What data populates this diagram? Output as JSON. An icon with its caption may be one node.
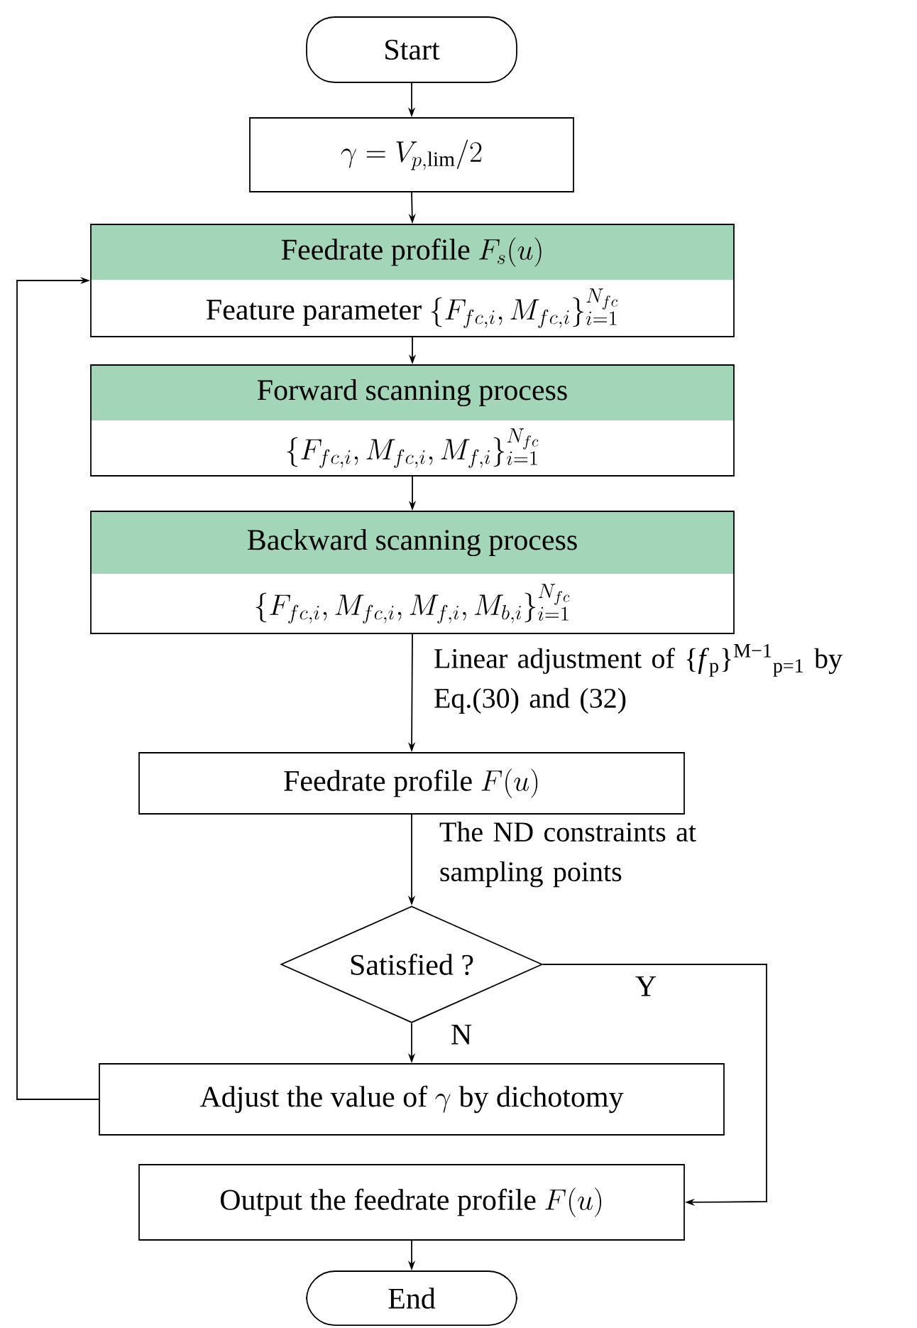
{
  "diagram": {
    "nodes": [
      {
        "text": [
          "Start"
        ]
      },
      {
        "text": [
          "\\gamma=V_{p,\\lim}/2"
        ]
      },
      {
        "text": [
          "Feedrate profile",
          "F_s(u)",
          "Feature parameter",
          "\\{F_{fc,i},M_{fc,i}\\}_{i=1}^{N_{fc}}"
        ]
      },
      {
        "text": [
          "Forward scanning process",
          "\\{F_{fc,i},M_{fc,i},M_{f,i}\\}_{i=1}^{N_{fc}}"
        ]
      },
      {
        "text": [
          "Backward scanning process",
          "\\{F_{fc,i},M_{fc,i},M_{f,i},M_{b,i}\\}_{i=1}^{N_{fc}}"
        ]
      },
      {
        "text": [
          "Feedrate profile",
          "F(u)"
        ]
      },
      {
        "text": [
          "Satisfied ?"
        ]
      },
      {
        "text": [
          "Adjust the value of",
          "\\gamma",
          "by dichotomy"
        ]
      },
      {
        "text": [
          "Output the feedrate profile",
          "F(u)"
        ]
      },
      {
        "text": [
          "End"
        ]
      }
    ],
    "edges": [
      {
        "from": 0,
        "to": 1,
        "arrow": "to"
      },
      {
        "from": 1,
        "to": 2,
        "arrow": "to"
      },
      {
        "from": 2,
        "to": 3,
        "arrow": "to"
      },
      {
        "from": 3,
        "to": 4,
        "arrow": "to"
      },
      {
        "from": 4,
        "to": 5,
        "arrow": "to",
        "label": "Linear adjustment of {*f*$_{p}$}$^{M−1}$$_{p=1}$ by Eq.(30) and (32)"
      },
      {
        "from": 5,
        "to": 6,
        "arrow": "to",
        "label": "The ND constraints at sampling points"
      },
      {
        "from": 6,
        "to": 7,
        "arrow": "to",
        "label": "N"
      },
      {
        "from": 6,
        "to": 8,
        "arrow": "to",
        "label": "Y"
      },
      {
        "from": 7,
        "to": 2,
        "arrow": "to"
      },
      {
        "from": 8,
        "to": 9,
        "arrow": "to"
      }
    ]
  }
}
